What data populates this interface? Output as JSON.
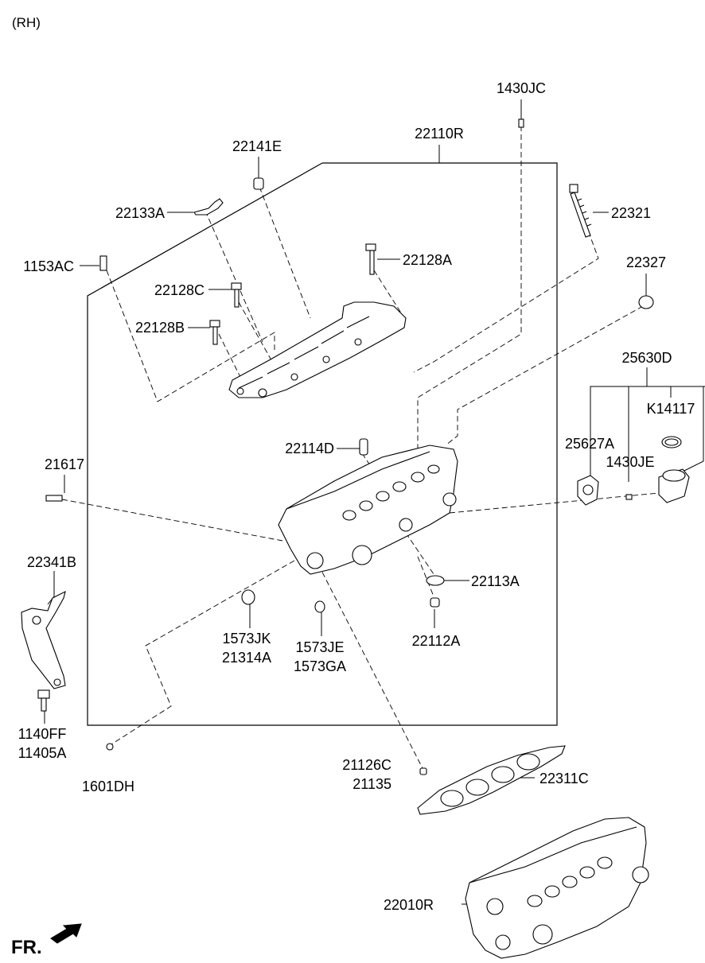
{
  "side_label": "(RH)",
  "direction_label": "FR.",
  "parts": {
    "p1430JC": "1430JC",
    "p22110R": "22110R",
    "p22141E": "22141E",
    "p22133A": "22133A",
    "p22321": "22321",
    "p1153AC": "1153AC",
    "p22128A": "22128A",
    "p22327": "22327",
    "p22128C": "22128C",
    "p22128B": "22128B",
    "p25630D": "25630D",
    "pK14117": "K14117",
    "p22114D": "22114D",
    "p25627A": "25627A",
    "p1430JE": "1430JE",
    "p21617": "21617",
    "p22341B": "22341B",
    "p22113A": "22113A",
    "p1573JK": "1573JK",
    "p21314A": "21314A",
    "p1573JE": "1573JE",
    "p1573GA": "1573GA",
    "p22112A": "22112A",
    "p1140FF": "1140FF",
    "p11405A": "11405A",
    "p1601DH": "1601DH",
    "p21126C": "21126C",
    "p21135": "21135",
    "p22311C": "22311C",
    "p22010R": "22010R"
  }
}
